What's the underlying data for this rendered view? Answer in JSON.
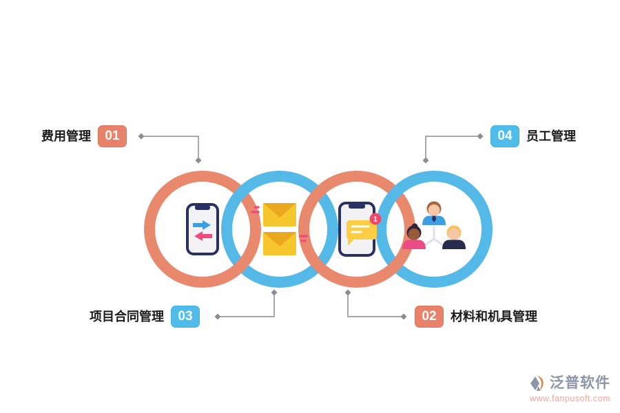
{
  "labels": {
    "tl": {
      "num": "01",
      "text": "费用管理"
    },
    "tr": {
      "num": "04",
      "text": "员工管理"
    },
    "bl": {
      "num": "03",
      "text": "项目合同管理"
    },
    "br": {
      "num": "02",
      "text": "材料和机具管理"
    }
  },
  "rings": [
    {
      "name": "phone-transfer-icon",
      "color": "#E8886C"
    },
    {
      "name": "mail-icon",
      "color": "#55B9E8"
    },
    {
      "name": "phone-message-icon",
      "color": "#E8886C",
      "badge": "1"
    },
    {
      "name": "team-icon",
      "color": "#55B9E8"
    }
  ],
  "footer": {
    "brand": "泛普软件",
    "url": "www.fanpusoft.com"
  },
  "colors": {
    "coral": "#E8886C",
    "blue": "#55B9E8",
    "badge_coral": "#E8826B",
    "badge_blue": "#4FBCE9",
    "connector": "#8C8C8C",
    "pink_accent": "#F04A7E",
    "envelope_yellow": "#F6C62E",
    "phone_navy": "#293063"
  }
}
